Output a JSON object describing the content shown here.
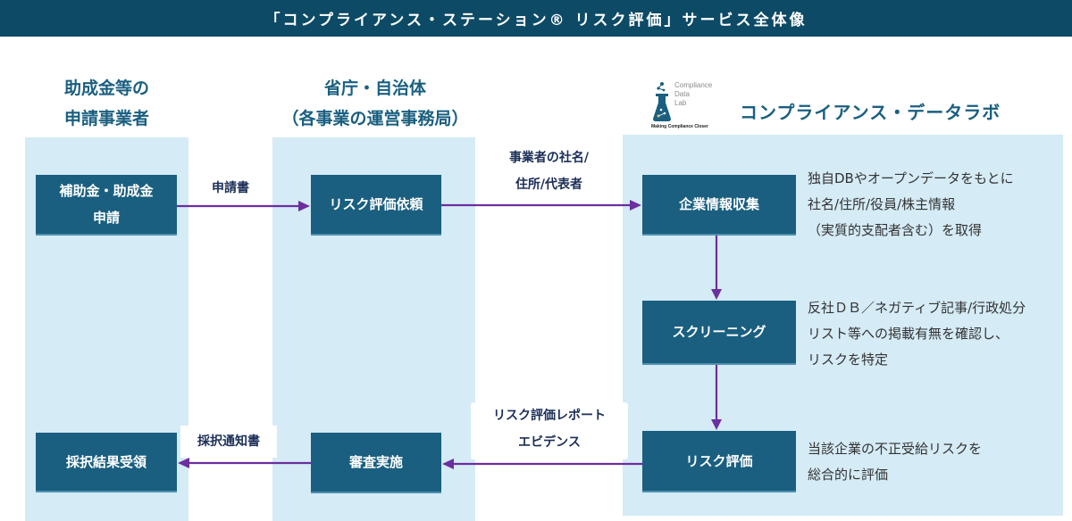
{
  "header": {
    "title": "「コンプライアンス・ステーション® リスク評価」サービス全体像"
  },
  "columns": {
    "applicant": {
      "title_line1": "助成金等の",
      "title_line2": "申請事業者"
    },
    "ministry": {
      "title_line1": "省庁・自治体",
      "title_line2": "（各事業の運営事務局）"
    },
    "lab": {
      "name": "コンプライアンス・データラボ",
      "logo": {
        "line1": "Compliance",
        "line2": "Data",
        "line3": "Lab",
        "tagline": "Making Compliance Closer"
      }
    }
  },
  "boxes": {
    "apply": {
      "line1": "補助金・助成金",
      "line2": "申請"
    },
    "request": {
      "label": "リスク評価依頼"
    },
    "collect": {
      "label": "企業情報収集"
    },
    "screening": {
      "label": "スクリーニング"
    },
    "evaluate": {
      "label": "リスク評価"
    },
    "review": {
      "label": "審査実施"
    },
    "result": {
      "label": "採択結果受領"
    }
  },
  "flows": {
    "application_doc": "申請書",
    "company_info_line1": "事業者の社名/",
    "company_info_line2": "住所/代表者",
    "report_line1": "リスク評価レポート",
    "report_line2": "エビデンス",
    "notice": "採択通知書"
  },
  "descriptions": {
    "collect": [
      "独自DBやオープンデータをもとに",
      "社名/住所/役員/株主情報",
      "（実質的支配者含む）を取得"
    ],
    "screening": [
      "反社ＤＢ／ネガティブ記事/行政処分",
      "リスト等への掲載有無を確認し、",
      "リスクを特定"
    ],
    "evaluate": [
      "当該企業の不正受給リスクを",
      "総合的に評価"
    ]
  },
  "colors": {
    "header_bg": "#0d4a66",
    "column_bg": "#d5ebf6",
    "box_bg": "#1a5f80",
    "arrow": "#6b2fa0",
    "flow_label": "#1b2e57"
  }
}
